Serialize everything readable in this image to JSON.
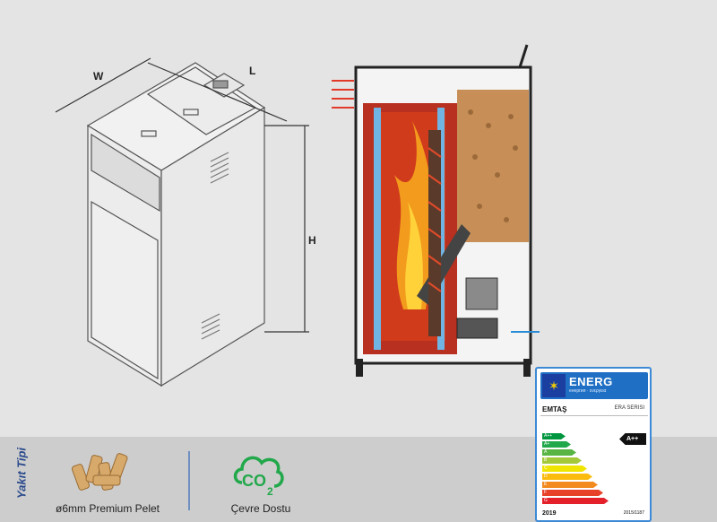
{
  "dimensions": {
    "width_label": "W",
    "length_label": "L",
    "height_label": "H"
  },
  "footer": {
    "fuel_type_label": "Yakıt Tipi",
    "pellet_label": "ø6mm Premium Pelet",
    "eco_label": "Çevre Dostu",
    "co2_text": "CO"
  },
  "energy_label": {
    "header": "ENERG",
    "header_sub": "енергия · ενεργεια",
    "brand": "EMTAŞ",
    "series": "ERA SERISI",
    "rating": "A++",
    "year": "2019",
    "regulation": "2015/1187",
    "classes": [
      {
        "label": "A++",
        "color": "#00963f"
      },
      {
        "label": "A+",
        "color": "#21a84a"
      },
      {
        "label": "A",
        "color": "#58b443"
      },
      {
        "label": "B",
        "color": "#a3c93a"
      },
      {
        "label": "C",
        "color": "#f0e500"
      },
      {
        "label": "D",
        "color": "#fbbb0f"
      },
      {
        "label": "E",
        "color": "#f28a1f"
      },
      {
        "label": "F",
        "color": "#e7412a"
      },
      {
        "label": "G",
        "color": "#e4202b"
      }
    ]
  },
  "colors": {
    "accent_blue": "#2b4a8c",
    "flame_red": "#d0261f",
    "pellet_brown": "#b07a4a"
  }
}
